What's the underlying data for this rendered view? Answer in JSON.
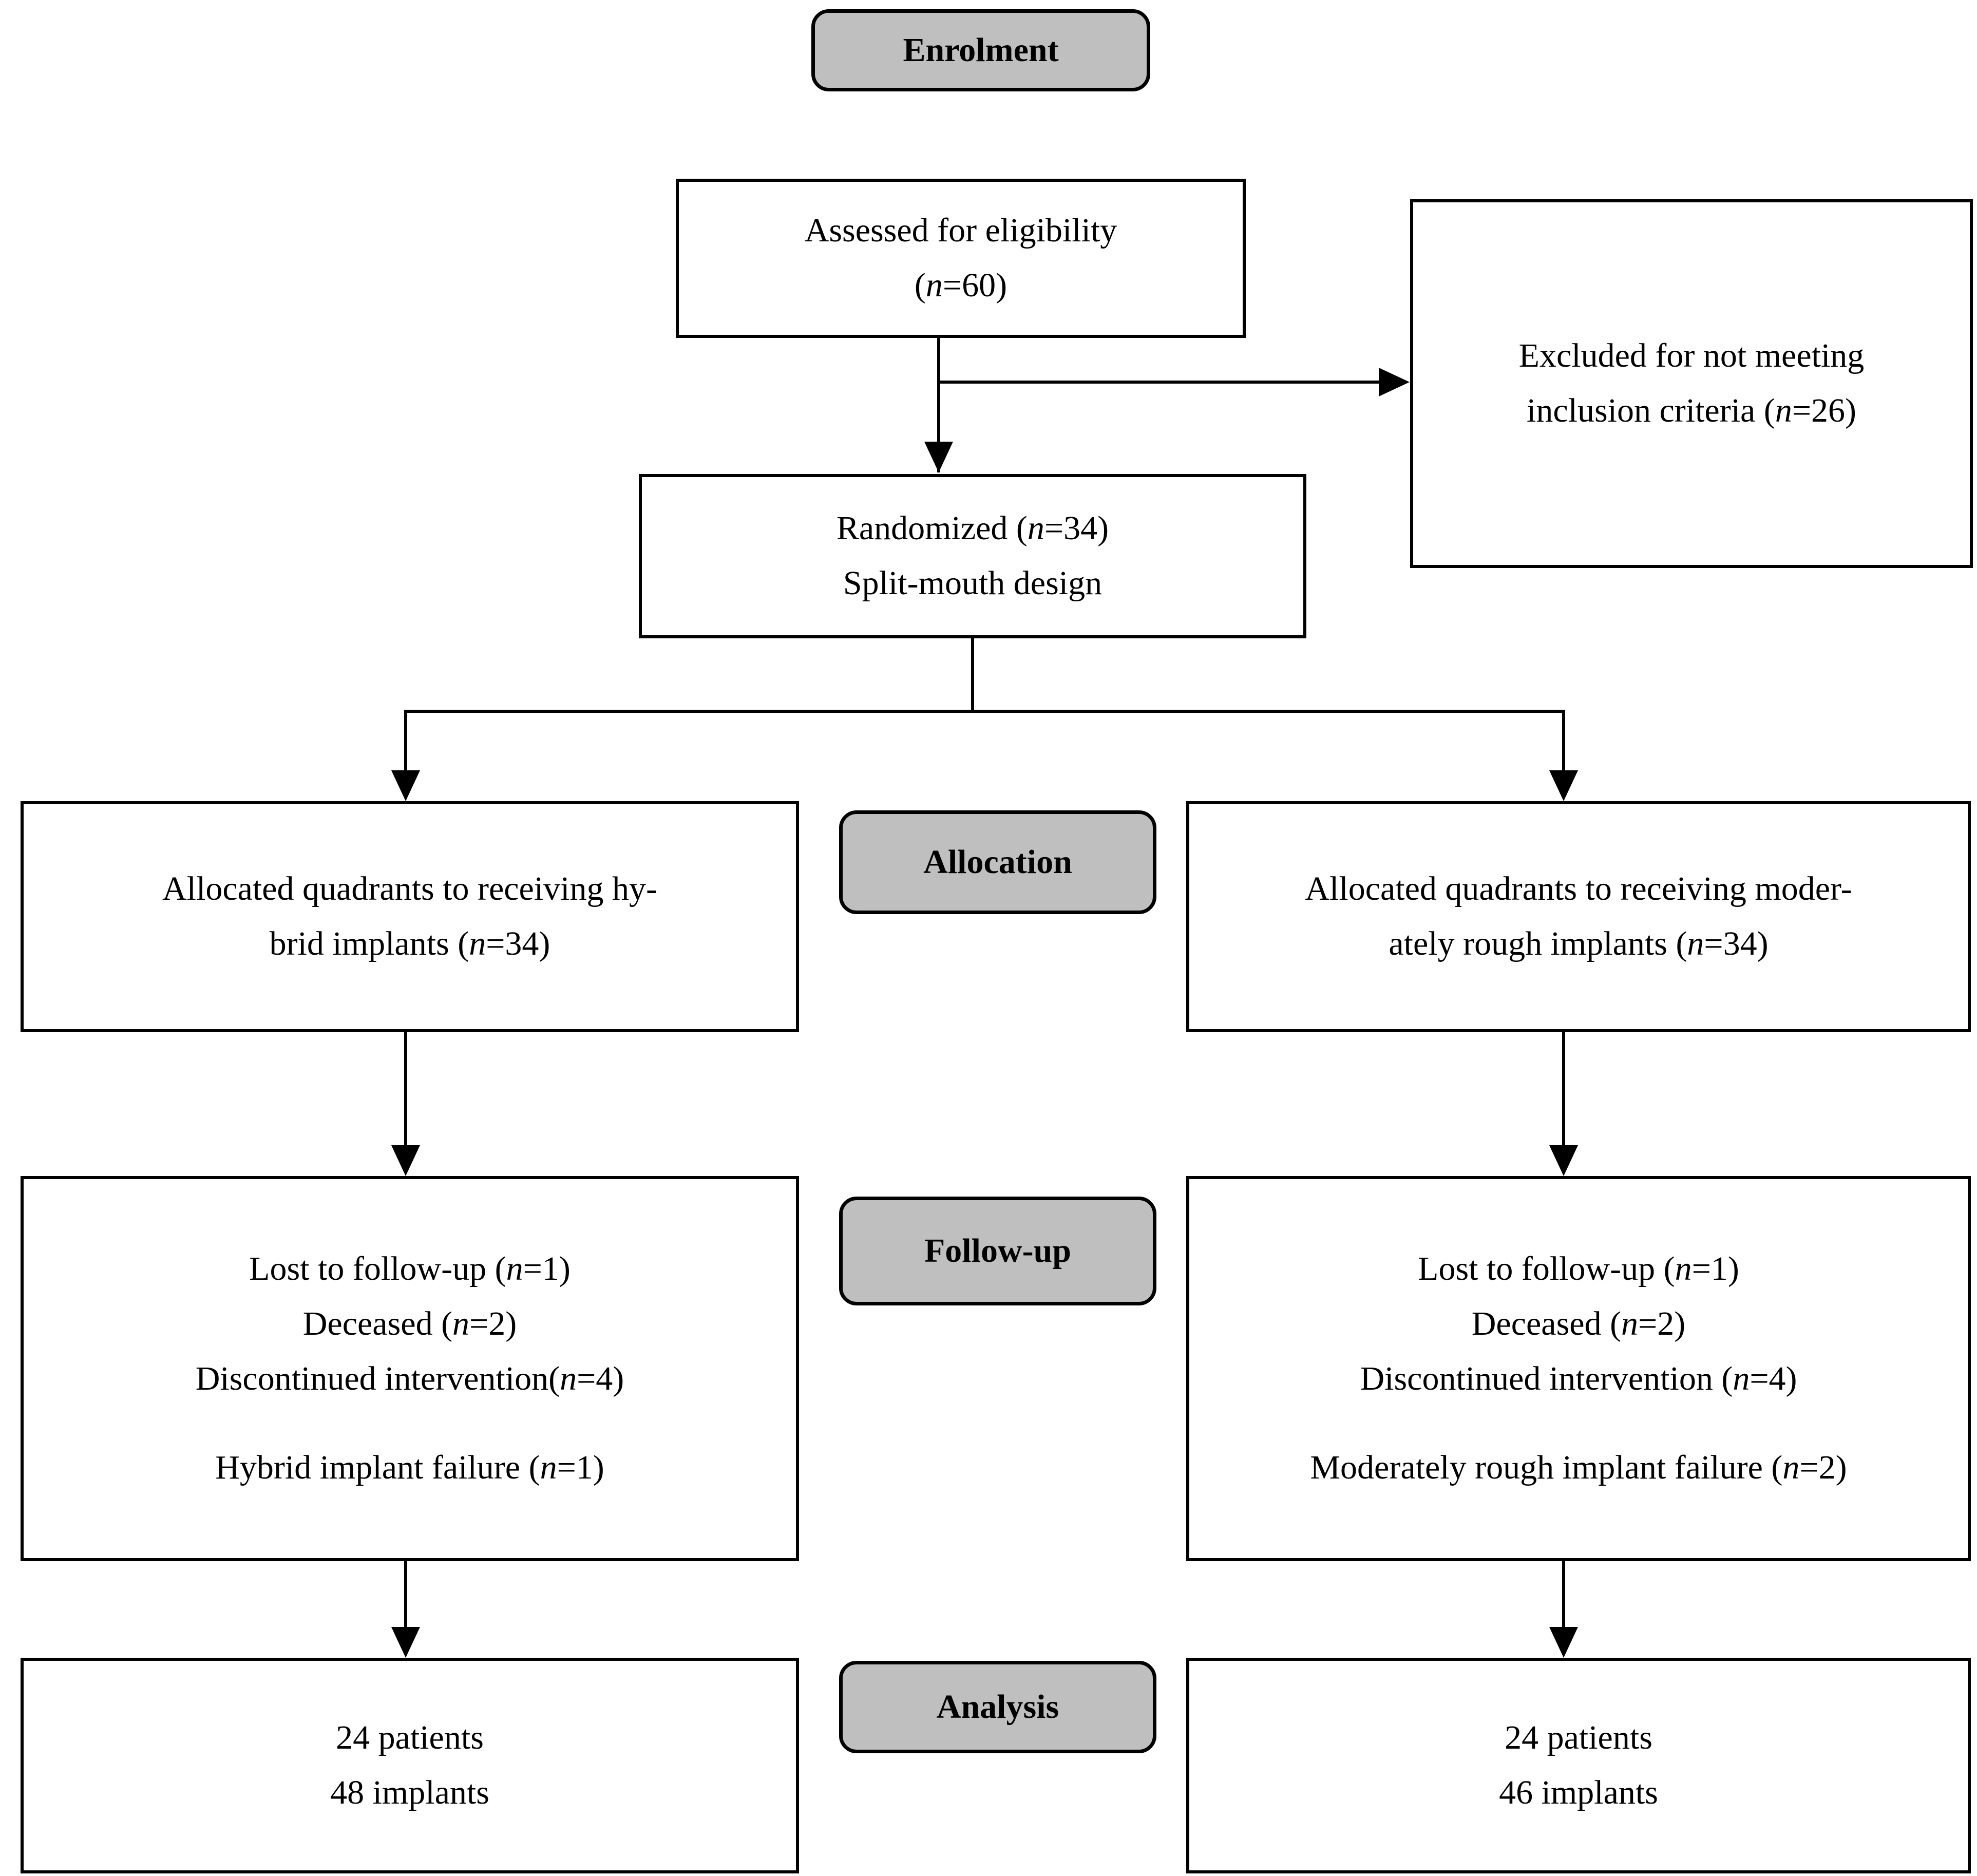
{
  "diagram": {
    "title": "CONSORT participant flow diagram",
    "colors": {
      "stage_label_fill": "#bfbfbf",
      "box_border": "#000000",
      "box_fill": "#ffffff",
      "connector": "#000000"
    }
  },
  "stages": {
    "enrolment": "Enrolment",
    "allocation": "Allocation",
    "followup": "Follow-up",
    "analysis": "Analysis"
  },
  "boxes": {
    "eligibility": {
      "line1": "Assessed for eligibility",
      "line2_prefix": "(",
      "line2_var": "n",
      "line2_suffix": "=60)"
    },
    "excluded": {
      "line1": "Excluded for not meeting",
      "line2_prefix": "inclusion criteria (",
      "line2_var": "n",
      "line2_suffix": "=26)"
    },
    "randomized": {
      "line1_prefix": "Randomized (",
      "line1_var": "n",
      "line1_suffix": "=34)",
      "line2": "Split-mouth design"
    },
    "allocated_left": {
      "line1": "Allocated quadrants to receiving hy-",
      "line2_prefix": "brid implants (",
      "line2_var": "n",
      "line2_suffix": "=34)"
    },
    "allocated_right": {
      "line1": "Allocated quadrants to receiving moder-",
      "line2_prefix": "ately rough implants (",
      "line2_var": "n",
      "line2_suffix": "=34)"
    },
    "followup_left": {
      "line1_prefix": "Lost to follow-up (",
      "line1_var": "n",
      "line1_suffix": "=1)",
      "line2_prefix": "Deceased (",
      "line2_var": "n",
      "line2_suffix": "=2)",
      "line3_prefix": "Discontinued intervention(",
      "line3_var": "n",
      "line3_suffix": "=4)",
      "line4_prefix": "Hybrid implant failure (",
      "line4_var": "n",
      "line4_suffix": "=1)"
    },
    "followup_right": {
      "line1_prefix": "Lost to follow-up (",
      "line1_var": "n",
      "line1_suffix": "=1)",
      "line2_prefix": "Deceased (",
      "line2_var": "n",
      "line2_suffix": "=2)",
      "line3_prefix": "Discontinued intervention (",
      "line3_var": "n",
      "line3_suffix": "=4)",
      "line4_prefix": "Moderately rough implant failure (",
      "line4_var": "n",
      "line4_suffix": "=2)"
    },
    "analysis_left": {
      "line1": "24 patients",
      "line2": "48 implants"
    },
    "analysis_right": {
      "line1": "24 patients",
      "line2": "46 implants"
    }
  },
  "flow_data": {
    "assessed_for_eligibility_n": 60,
    "excluded_not_meeting_inclusion_criteria_n": 26,
    "randomized_n": 34,
    "allocated_hybrid_n": 34,
    "allocated_moderately_rough_n": 34,
    "left_lost_to_followup_n": 1,
    "left_deceased_n": 2,
    "left_discontinued_intervention_n": 4,
    "left_hybrid_implant_failure_n": 1,
    "right_lost_to_followup_n": 1,
    "right_deceased_n": 2,
    "right_discontinued_intervention_n": 4,
    "right_moderately_rough_implant_failure_n": 2,
    "analysed_left_patients": 24,
    "analysed_left_implants": 48,
    "analysed_right_patients": 24,
    "analysed_right_implants": 46
  }
}
